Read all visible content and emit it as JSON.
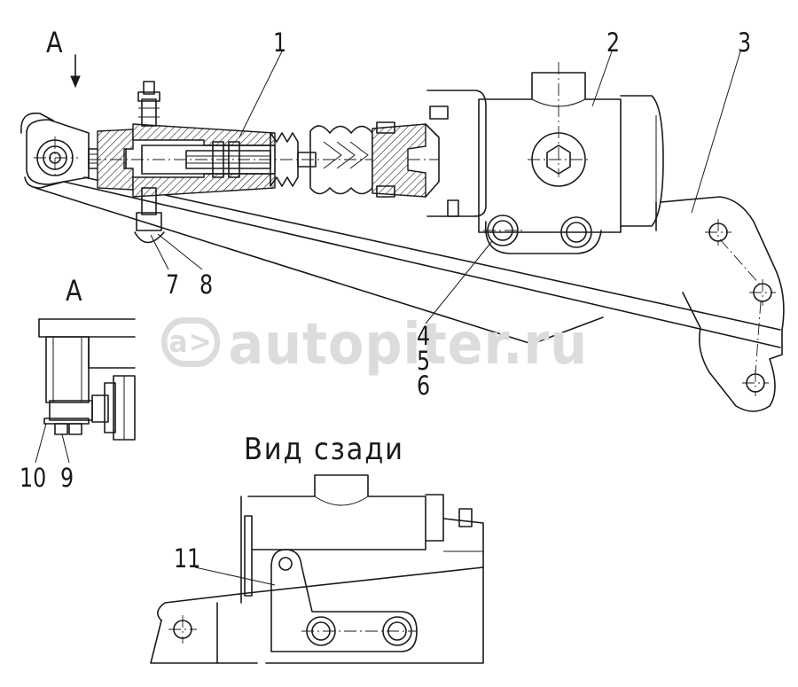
{
  "watermark": {
    "logo_text": "a>",
    "text": "autopiter.ru"
  },
  "views": {
    "view_a_arrow_label": "A",
    "view_a_label": "A",
    "rear_view_title": "Вид сзади"
  },
  "callouts": {
    "c1": "1",
    "c2": "2",
    "c3": "3",
    "c4": "4",
    "c5": "5",
    "c6": "6",
    "c7": "7",
    "c8": "8",
    "c9": "9",
    "c10": "10",
    "c11": "11"
  }
}
